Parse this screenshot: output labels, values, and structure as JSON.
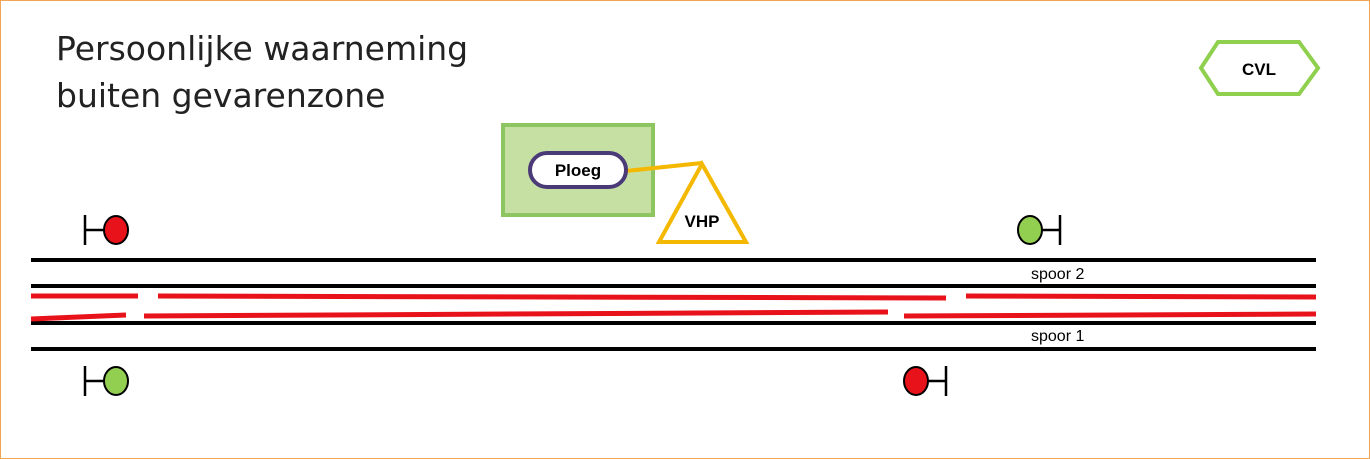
{
  "title": {
    "line1": "Persoonlijke waarneming",
    "line2": "buiten gevarenzone"
  },
  "badge": {
    "label": "CVL",
    "border_color": "#8fd14f"
  },
  "work_zone": {
    "fill_color": "#c6e0a4",
    "border_color": "#8dc660",
    "crew": {
      "label": "Ploeg",
      "border_color": "#4b3a78"
    }
  },
  "lookout": {
    "label": "VHP",
    "color": "#f5b800"
  },
  "tracks": [
    {
      "label": "spoor 2"
    },
    {
      "label": "spoor 1"
    }
  ],
  "signals": [
    {
      "id": "signal-top-left",
      "aspect": "red"
    },
    {
      "id": "signal-top-right",
      "aspect": "green"
    },
    {
      "id": "signal-bottom-left",
      "aspect": "green"
    },
    {
      "id": "signal-bottom-right",
      "aspect": "red"
    }
  ],
  "colors": {
    "signal_red": "#e8121b",
    "signal_green": "#92cf51",
    "danger_zone": "#e8121b",
    "rail": "#000000",
    "frame": "#f0a653"
  }
}
